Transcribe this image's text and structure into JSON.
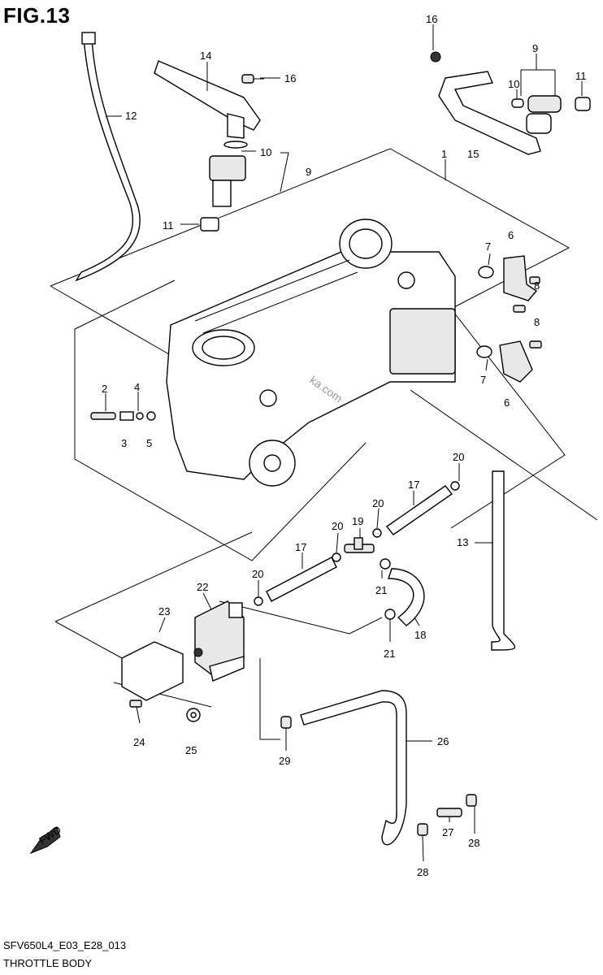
{
  "figure": {
    "title": "FIG.13",
    "code": "SFV650L4_E03_E28_013",
    "name": "THROTTLE BODY",
    "watermark": "ka.com",
    "direction_mark": "FWD"
  },
  "callouts": [
    "1",
    "2",
    "3",
    "4",
    "5",
    "6",
    "6",
    "7",
    "7",
    "8",
    "8",
    "9",
    "9",
    "10",
    "10",
    "11",
    "11",
    "12",
    "13",
    "14",
    "15",
    "16",
    "16",
    "17",
    "17",
    "18",
    "19",
    "20",
    "20",
    "20",
    "20",
    "21",
    "21",
    "22",
    "23",
    "24",
    "25",
    "26",
    "27",
    "28",
    "28",
    "29"
  ]
}
